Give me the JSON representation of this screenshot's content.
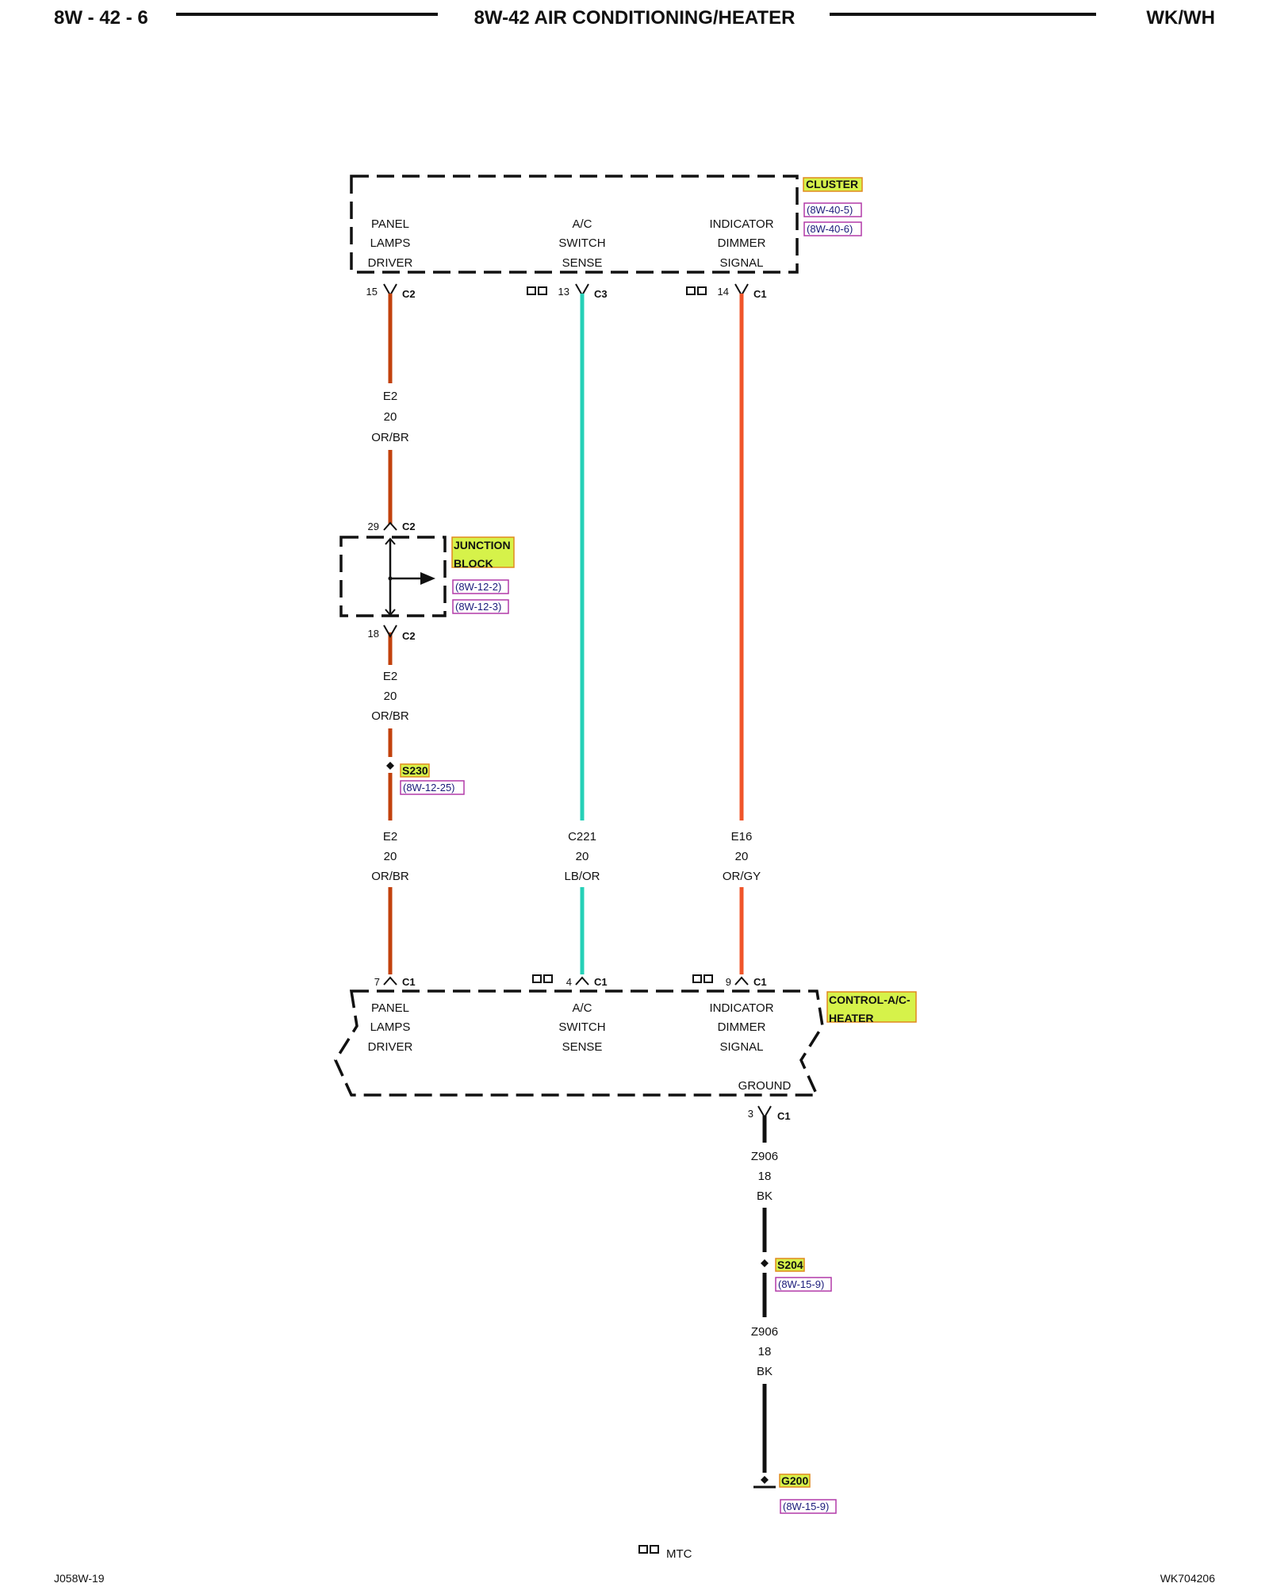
{
  "header": {
    "page_id": "8W - 42 - 6",
    "title": "8W-42 AIR CONDITIONING/HEATER",
    "model": "WK/WH"
  },
  "footer": {
    "left_code": "J058W-19",
    "right_code": "WK704206",
    "legend_label": "MTC"
  },
  "colors": {
    "or_br": "#c2410c",
    "or_gy": "#f0552a",
    "lb_or": "#26d0b7",
    "bk": "#111111",
    "highlight": "#d6f24a"
  },
  "cluster": {
    "name": "CLUSTER",
    "refs": [
      "(8W-40-5)",
      "(8W-40-6)"
    ],
    "functions": [
      [
        "PANEL",
        "LAMPS",
        "DRIVER"
      ],
      [
        "A/C",
        "SWITCH",
        "SENSE"
      ],
      [
        "INDICATOR",
        "DIMMER",
        "SIGNAL"
      ]
    ],
    "pins": [
      {
        "num": "15",
        "conn": "C2"
      },
      {
        "num": "13",
        "conn": "C3"
      },
      {
        "num": "14",
        "conn": "C1"
      }
    ]
  },
  "junction_block": {
    "name_line1": "JUNCTION",
    "name_line2": "BLOCK",
    "refs": [
      "(8W-12-2)",
      "(8W-12-3)"
    ],
    "pin_in": {
      "num": "29",
      "conn": "C2"
    },
    "pin_out": {
      "num": "18",
      "conn": "C2"
    }
  },
  "wires": {
    "e2_a": [
      "E2",
      "20",
      "OR/BR"
    ],
    "e2_b": [
      "E2",
      "20",
      "OR/BR"
    ],
    "e2_c": [
      "E2",
      "20",
      "OR/BR"
    ],
    "c221": [
      "C221",
      "20",
      "LB/OR"
    ],
    "e16": [
      "E16",
      "20",
      "OR/GY"
    ],
    "z906_a": [
      "Z906",
      "18",
      "BK"
    ],
    "z906_b": [
      "Z906",
      "18",
      "BK"
    ]
  },
  "splices": {
    "s230": {
      "name": "S230",
      "ref": "(8W-12-25)"
    },
    "s204": {
      "name": "S204",
      "ref": "(8W-15-9)"
    }
  },
  "ground": {
    "name": "G200",
    "ref": "(8W-15-9)"
  },
  "control": {
    "name_line1": "CONTROL-A/C-",
    "name_line2": "HEATER",
    "functions": [
      [
        "PANEL",
        "LAMPS",
        "DRIVER"
      ],
      [
        "A/C",
        "SWITCH",
        "SENSE"
      ],
      [
        "INDICATOR",
        "DIMMER",
        "SIGNAL"
      ]
    ],
    "ground_label": "GROUND",
    "pins": [
      {
        "num": "7",
        "conn": "C1"
      },
      {
        "num": "4",
        "conn": "C1"
      },
      {
        "num": "9",
        "conn": "C1"
      }
    ],
    "ground_pin": {
      "num": "3",
      "conn": "C1"
    }
  }
}
